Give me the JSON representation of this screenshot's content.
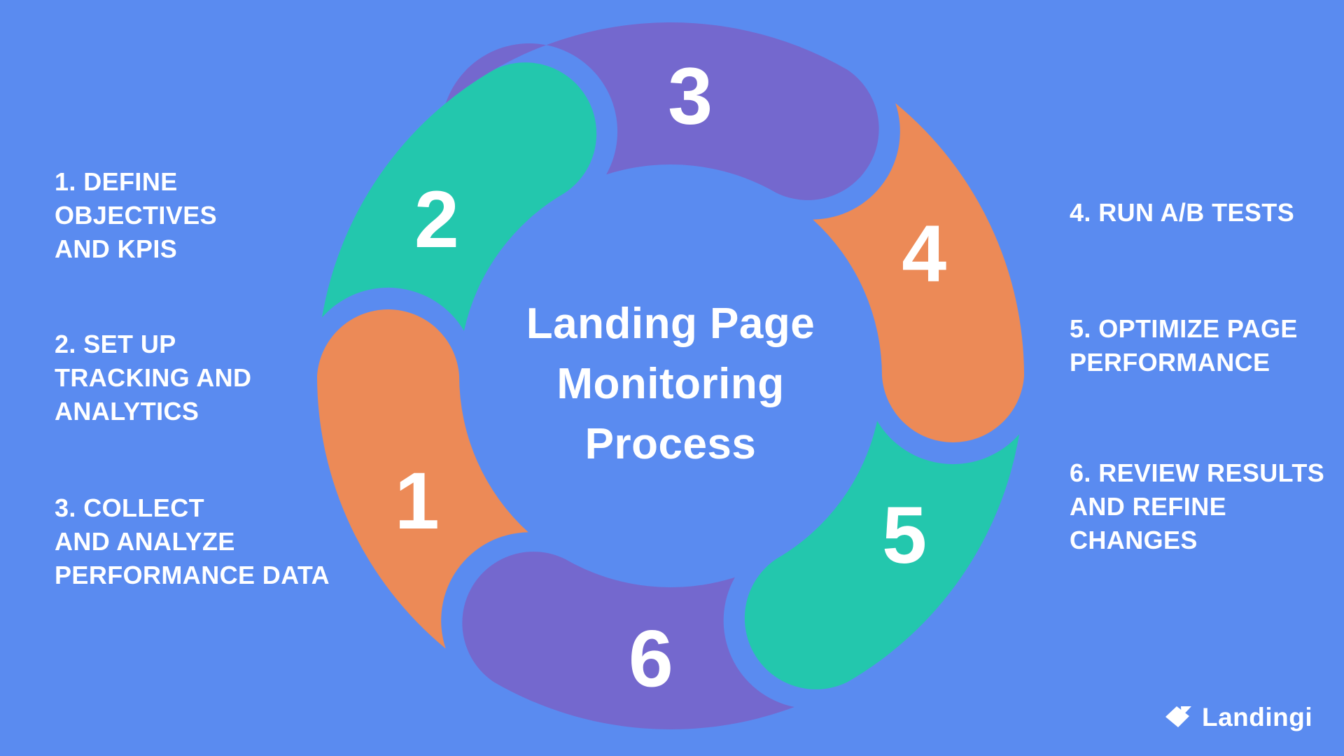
{
  "colors": {
    "background": "#5a8bf0",
    "purple": "#7468ce",
    "teal": "#23c7ad",
    "orange": "#ec8a57",
    "text": "#ffffff"
  },
  "diagram": {
    "type": "cycle",
    "center_title_lines": [
      "Landing Page",
      "Monitoring",
      "Process"
    ],
    "segments": [
      {
        "number": "1",
        "color": "orange",
        "angle": 244,
        "tail_style": "spike"
      },
      {
        "number": "2",
        "color": "teal",
        "angle": 304,
        "tail_style": "spike"
      },
      {
        "number": "3",
        "color": "purple",
        "angle": 4,
        "tail_style": "wrap"
      },
      {
        "number": "4",
        "color": "orange",
        "angle": 64,
        "tail_style": "spike"
      },
      {
        "number": "5",
        "color": "teal",
        "angle": 124,
        "tail_style": "spike"
      },
      {
        "number": "6",
        "color": "purple",
        "angle": 184,
        "tail_style": "spike"
      }
    ]
  },
  "steps": {
    "left": [
      {
        "lines": [
          "1. DEFINE",
          "OBJECTIVES",
          "AND KPIS"
        ]
      },
      {
        "lines": [
          "2. SET UP",
          "TRACKING AND",
          "ANALYTICS"
        ]
      },
      {
        "lines": [
          "3. COLLECT",
          "AND ANALYZE",
          "PERFORMANCE DATA"
        ]
      }
    ],
    "right": [
      {
        "lines": [
          "4. RUN A/B TESTS"
        ]
      },
      {
        "lines": [
          "5. OPTIMIZE PAGE",
          "PERFORMANCE"
        ]
      },
      {
        "lines": [
          "6. REVIEW RESULTS",
          "AND REFINE",
          "CHANGES"
        ]
      }
    ]
  },
  "branding": {
    "logo_text": "Landingi"
  }
}
